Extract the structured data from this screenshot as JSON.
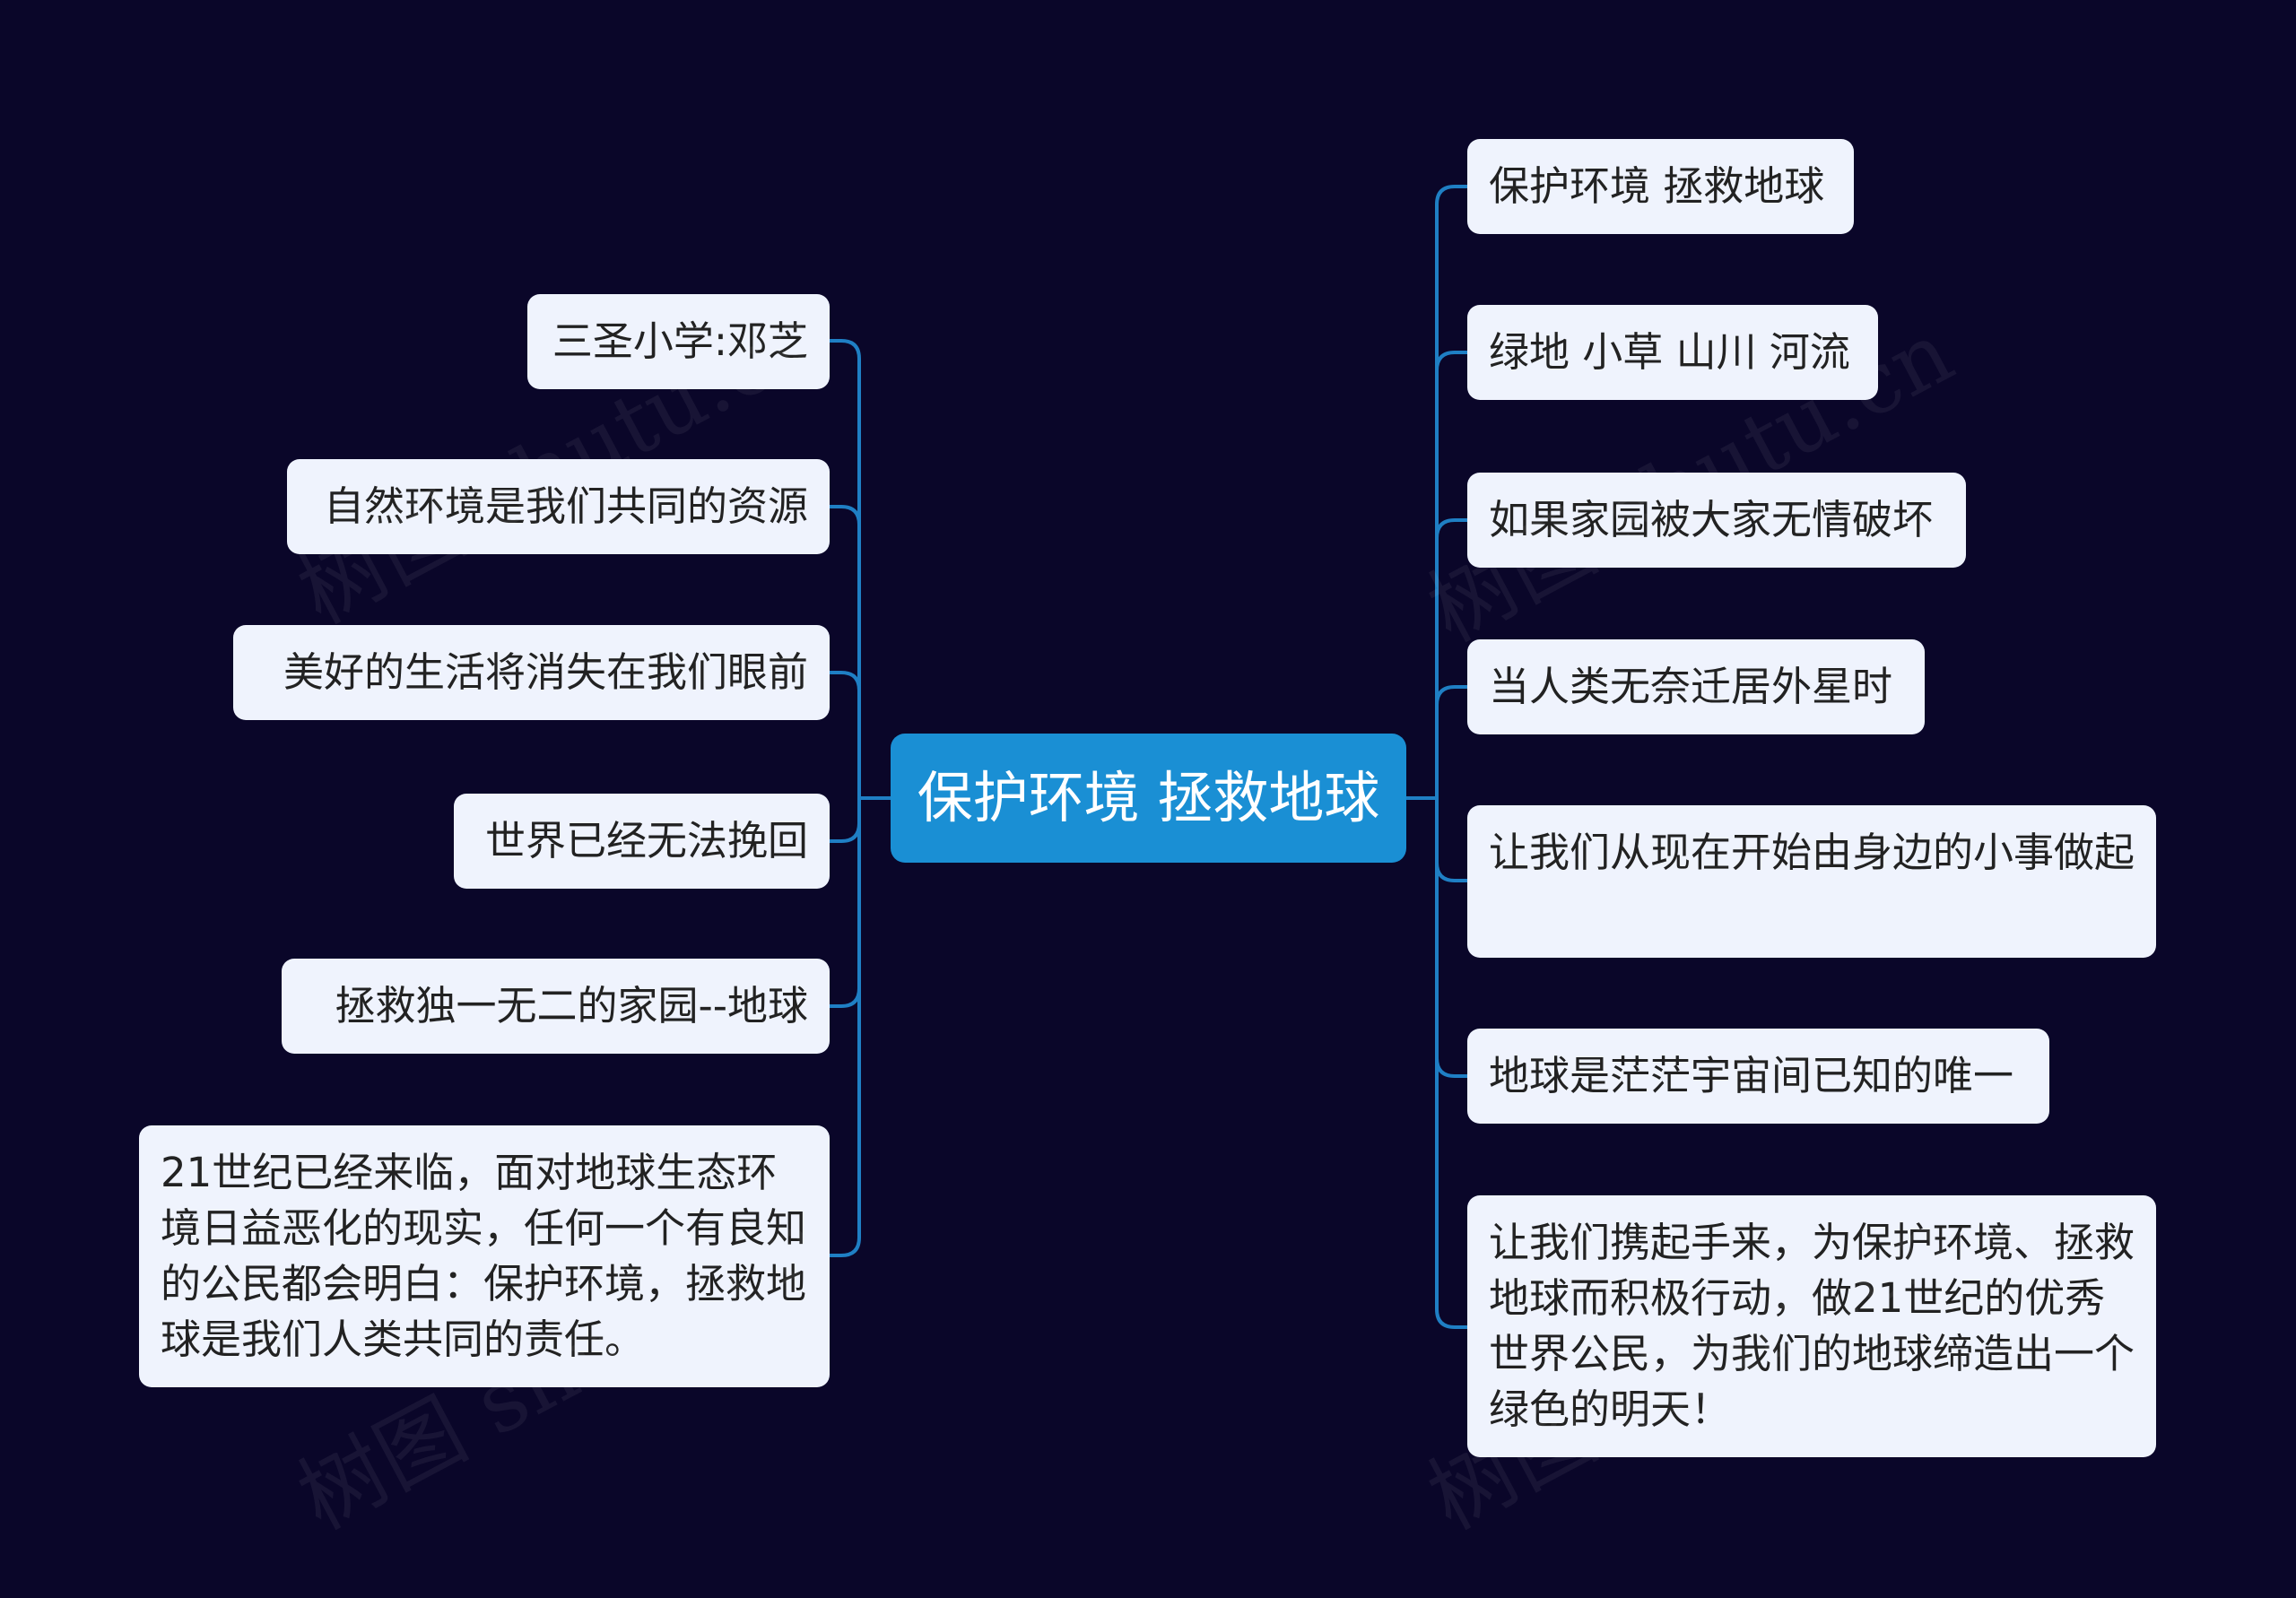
{
  "root": {
    "label": "保护环境 拯救地球"
  },
  "left_branches": [
    "三圣小学:邓芝",
    "自然环境是我们共同的资源",
    "美好的生活将消失在我们眼前",
    "世界已经无法挽回",
    "拯救独一无二的家园--地球",
    "21世纪已经来临，面对地球生态环境日益恶化的现实，任何一个有良知的公民都会明白：保护环境，拯救地球是我们人类共同的责任。"
  ],
  "right_branches": [
    "保护环境 拯救地球",
    "绿地 小草 山川 河流",
    "如果家园被大家无情破坏",
    "当人类无奈迁居外星时",
    "让我们从现在开始由身边的小事做起",
    "地球是茫茫宇宙间已知的唯一",
    "让我们携起手来，为保护环境、拯救地球而积极行动，做21世纪的优秀世界公民，为我们的地球缔造出一个绿色的明天！"
  ],
  "watermark": "树图 shutu.cn",
  "colors": {
    "background": "#0a0629",
    "root_fill": "#1a8fd4",
    "node_fill": "#eff3fd",
    "connector": "#1f7fc4"
  }
}
